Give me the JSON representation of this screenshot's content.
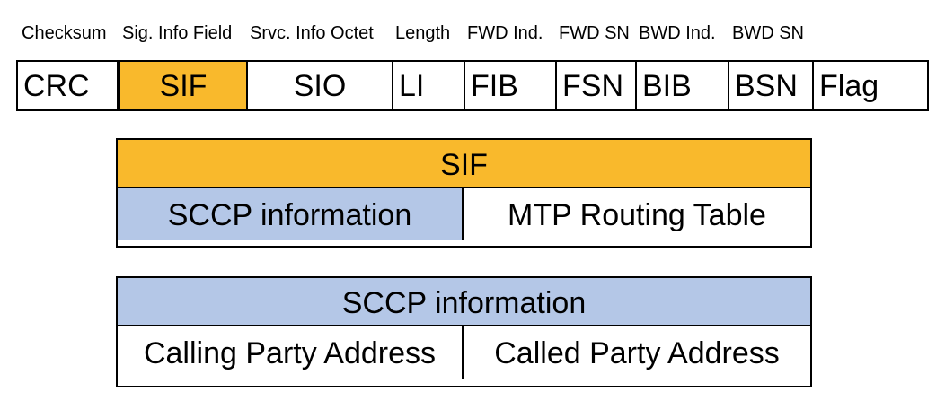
{
  "colors": {
    "sif_fill": "#f9b92c",
    "sccp_fill": "#b4c7e7",
    "border": "#000000",
    "background": "#ffffff"
  },
  "captions": [
    "Checksum",
    "Sig. Info Field",
    "Srvc. Info Octet",
    "Length",
    "FWD Ind.",
    "FWD SN",
    "BWD Ind.",
    "BWD SN"
  ],
  "frame_fields": [
    "CRC",
    "SIF",
    "SIO",
    "LI",
    "FIB",
    "FSN",
    "BIB",
    "BSN",
    "Flag"
  ],
  "sif_box": {
    "title": "SIF",
    "left": "SCCP information",
    "right": "MTP Routing Table"
  },
  "sccp_box": {
    "title": "SCCP information",
    "left": "Calling Party Address",
    "right": "Called Party Address"
  }
}
